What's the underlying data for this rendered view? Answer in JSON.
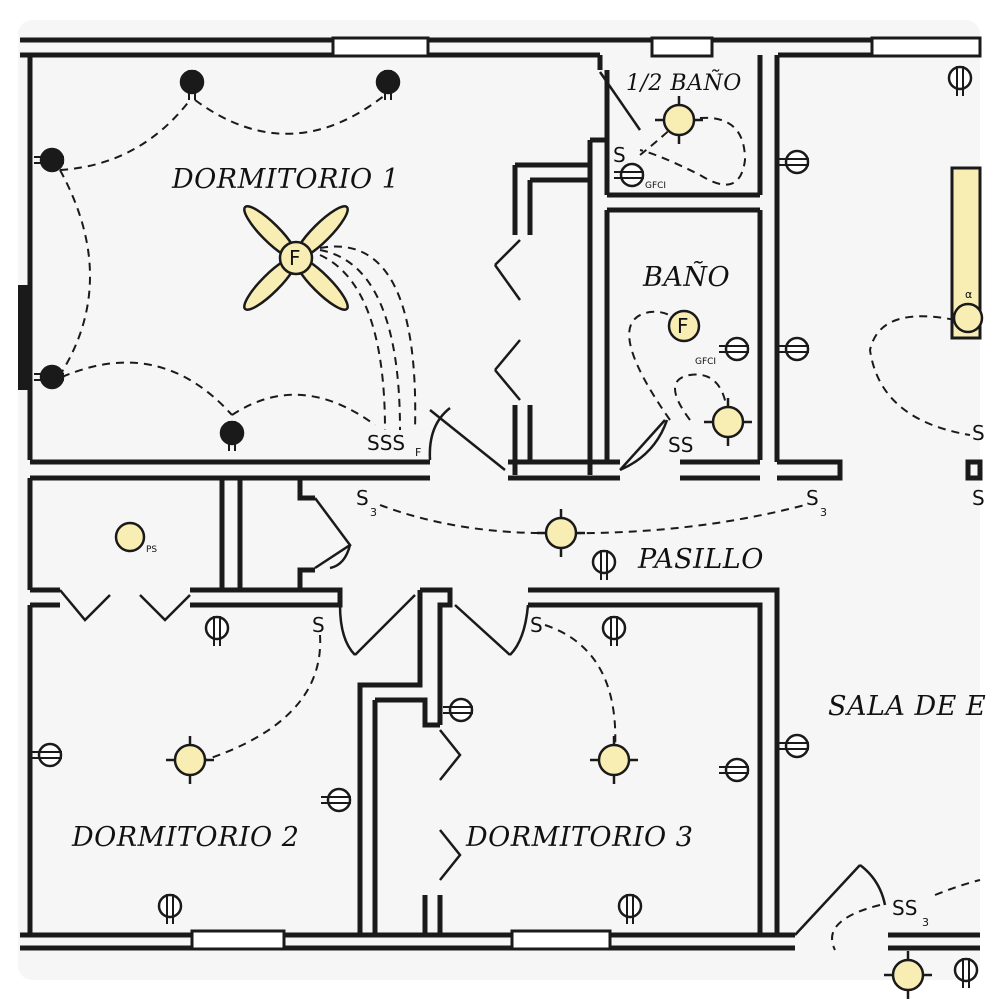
{
  "rooms": {
    "dormitorio1": "DORMITORIO 1",
    "medio_bano": "1/2 BAÑO",
    "bano": "BAÑO",
    "pasillo": "PASILLO",
    "dormitorio2": "DORMITORIO 2",
    "dormitorio3": "DORMITORIO 3",
    "sala": "SALA DE E"
  },
  "fixtures": {
    "fan": "F",
    "bath_fan": "F",
    "gfci": "GFCI",
    "ps": "PS",
    "alpha": "α"
  },
  "switches": {
    "s": "S",
    "ss": "SS",
    "sss_f": "SSS",
    "f_sub": "F",
    "s3": "S",
    "sub_3": "3"
  },
  "colors": {
    "fixture_fill": "#f8eeb4",
    "line": "#1a1a1a",
    "background": "#f6f6f6"
  }
}
